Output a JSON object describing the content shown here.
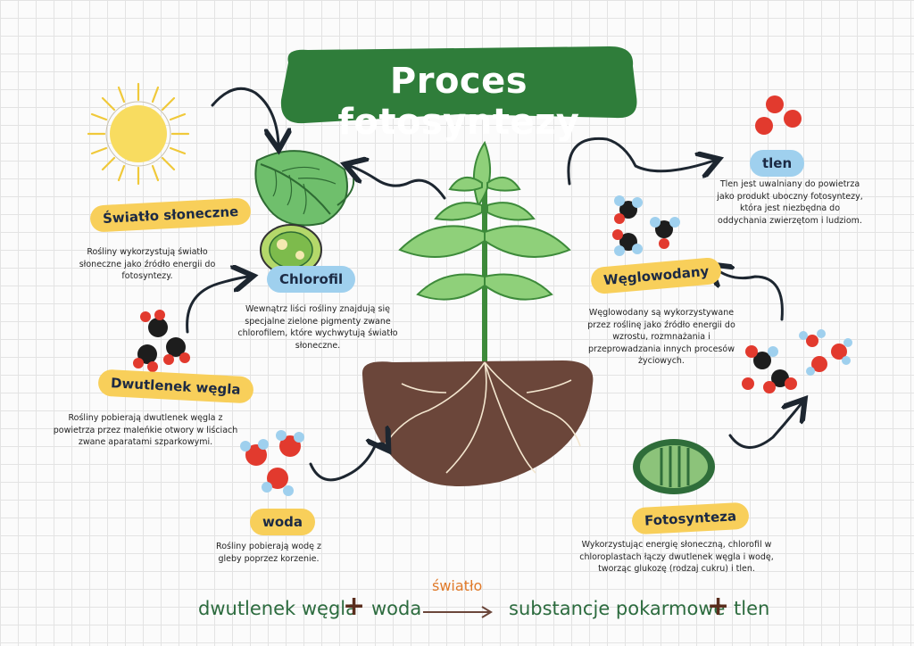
{
  "title": "Proces fotosyntezy",
  "sections": {
    "sunlight": {
      "label": "Światło słoneczne",
      "description": "Rośliny wykorzystują światło słoneczne jako źródło energii do fotosyntezy."
    },
    "chlorophyll": {
      "label": "Chlorofil",
      "description": "Wewnątrz liści rośliny znajdują się specjalne zielone pigmenty zwane chlorofilem, które wychwytują światło słoneczne."
    },
    "carbon_dioxide": {
      "label": "Dwutlenek węgla",
      "description": "Rośliny pobierają dwutlenek węgla z powietrza przez maleńkie otwory w liściach zwane aparatami szparkowymi."
    },
    "water": {
      "label": "woda",
      "description": "Rośliny pobierają wodę z gleby poprzez korzenie."
    },
    "oxygen": {
      "label": "tlen",
      "description": "Tlen jest uwalniany do powietrza jako produkt uboczny fotosyntezy, która jest niezbędna do oddychania zwierzętom i ludziom."
    },
    "carbohydrates": {
      "label": "Węglowodany",
      "description": "Węglowodany są wykorzystywane przez roślinę jako źródło energii do wzrostu, rozmnażania i przeprowadzania innych procesów życiowych."
    },
    "photosynthesis": {
      "label": "Fotosynteza",
      "description": "Wykorzystując energię słoneczną, chlorofil w chloroplastach łączy dwutlenek węgla i wodę, tworząc glukozę (rodzaj cukru) i tlen."
    }
  },
  "equation": {
    "reactant1": "dwutlenek węgla",
    "plus1": "+",
    "reactant2": "woda",
    "condition": "światło",
    "product1": "substancje pokarmowe",
    "plus2": "+",
    "product2": "tlen"
  },
  "colors": {
    "title_green": "#2f7d3a",
    "label_yellow": "#f8cf5a",
    "label_blue": "#9fd0ee",
    "soil_brown": "#5b3a2e",
    "leaf_green": "#7cc06b",
    "oxygen_red": "#e23a2e",
    "carbon_black": "#1d1d1d",
    "hydrogen_blue": "#9fd0ee",
    "arrow_dark": "#1d2630",
    "equation_text": "#2c6b3e",
    "condition_orange": "#e07a2a"
  }
}
